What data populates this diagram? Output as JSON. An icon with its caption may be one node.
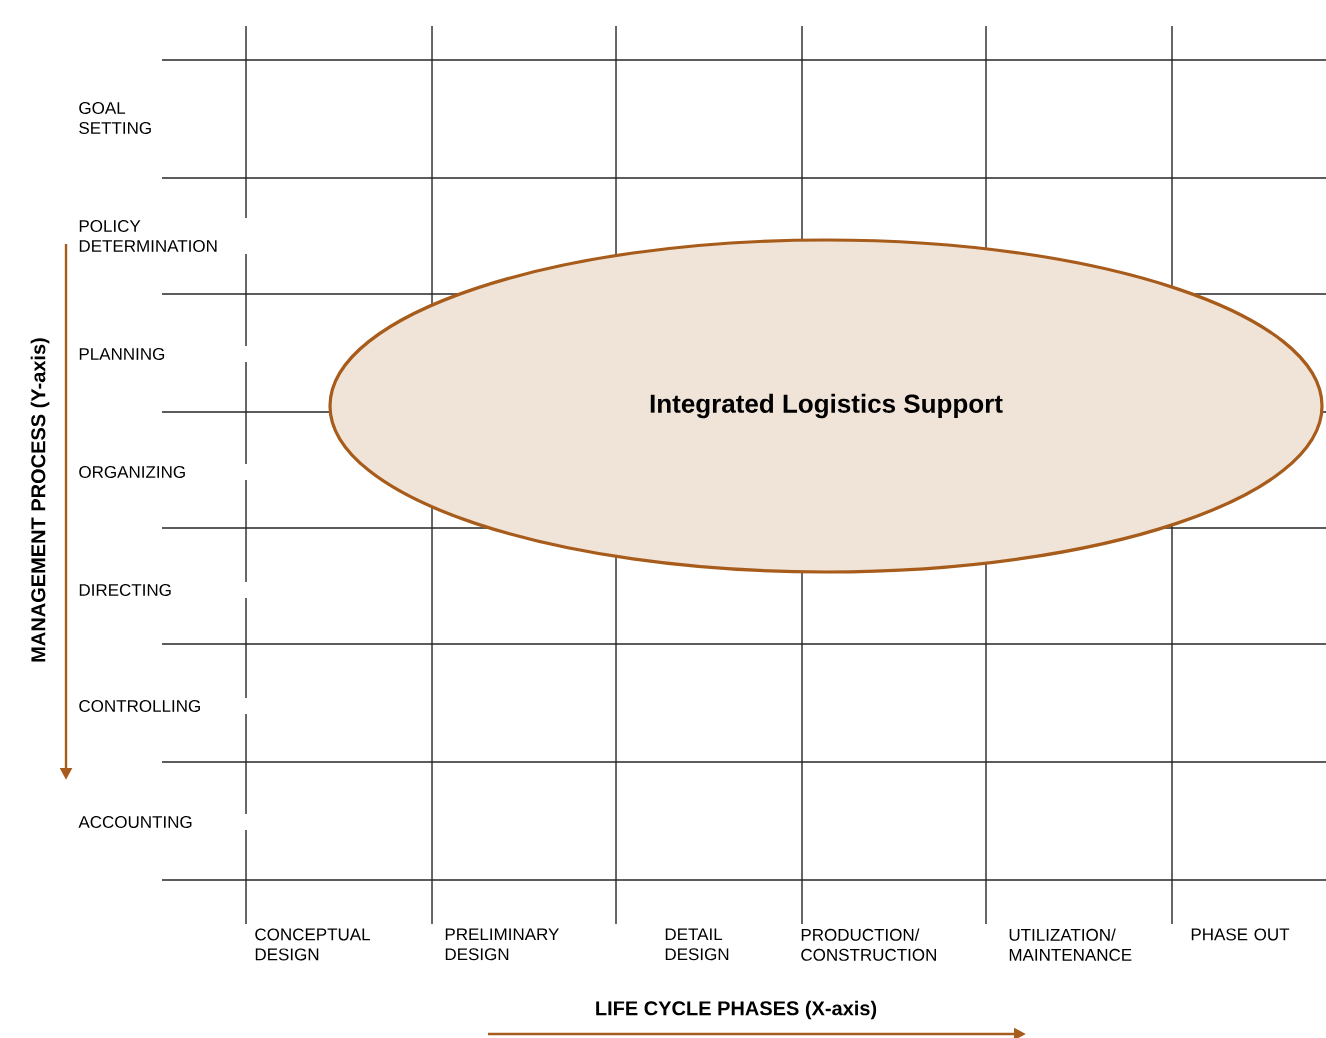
{
  "diagram": {
    "nodes": [
      {
        "text": [
          "Integrated Logistics Support"
        ]
      }
    ],
    "labels": [
      "GOAL SETTING",
      "POLICY DETERMINATION",
      "PLANNING",
      "ORGANIZING",
      "DIRECTING",
      "CONTROLLING",
      "ACCOUNTING",
      "MANAGEMENT PROCESS (Y-axis)",
      "CONCEPTUAL DESIGN",
      "PRELIMINARY DESIGN",
      "DETAIL DESIGN",
      "PRODUCTION/ CONSTRUCTION",
      "UTILIZATION/ MAINTENANCE",
      "PHASE OUT",
      "LIFE CYCLE PHASES (X-axis)"
    ]
  }
}
